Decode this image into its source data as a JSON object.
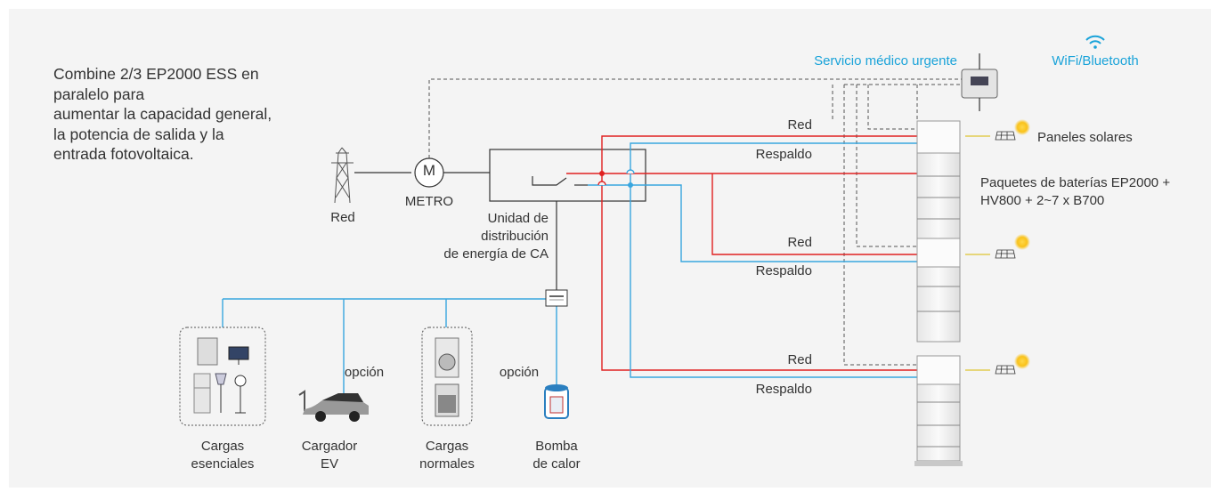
{
  "intro": {
    "lines": [
      "Combine 2/3 EP2000 ESS en",
      "paralelo para",
      "aumentar la capacidad general,",
      "la potencia de  salida y la",
      "entrada fotovoltaica."
    ]
  },
  "labels": {
    "grid": "Red",
    "meter_symbol": "M",
    "meter": "METRO",
    "ac_unit": [
      "Unidad de",
      "distribución",
      "de energía de CA"
    ],
    "emergency": "Servicio médico urgente",
    "wifi": "WiFi/Bluetooth",
    "solar": "Paneles solares",
    "battery_packs": [
      "Paquetes de baterías EP2000 +",
      "HV800 + 2~7 x B700"
    ],
    "option_ev": "opción",
    "option_heat": "opción"
  },
  "lines": [
    {
      "red": "Red",
      "backup": "Respaldo"
    },
    {
      "red": "Red",
      "backup": "Respaldo"
    },
    {
      "red": "Red",
      "backup": "Respaldo"
    }
  ],
  "loads": [
    {
      "line1": "Cargas",
      "line2": "esenciales"
    },
    {
      "line1": "Cargador",
      "line2": "EV"
    },
    {
      "line1": "Cargas",
      "line2": "normales"
    },
    {
      "line1": "Bomba",
      "line2": "de calor"
    }
  ],
  "colors": {
    "red_line": "#e02020",
    "backup_line": "#38a6df",
    "accent_text": "#1aa3d9",
    "dashed": "#555555",
    "text": "#333333"
  },
  "icons": [
    "pylon-icon",
    "meter-icon",
    "switch-icon",
    "breaker-icon",
    "monitor-icon",
    "wifi-icon",
    "solar-panel-icon",
    "sun-icon",
    "battery-stack-icon",
    "appliance-icon",
    "ev-car-icon",
    "washer-icon",
    "stove-icon",
    "heat-pump-icon"
  ]
}
